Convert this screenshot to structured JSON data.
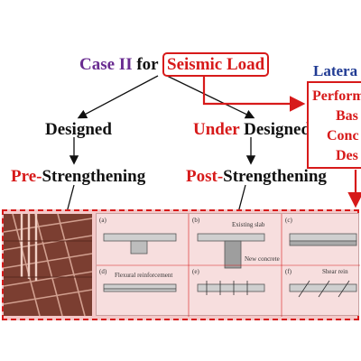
{
  "title": {
    "case": "Case II",
    "for": "for",
    "load": "Seismic Load"
  },
  "left_branch": {
    "designed": "Designed",
    "pre": "Pre-",
    "strengthening": "Strengthening"
  },
  "right_branch": {
    "under": "Under",
    "designed": "Designed",
    "post": "Post-",
    "strengthening": "Strengthening"
  },
  "side_panel": {
    "heading": "Latera",
    "lines": [
      "Perform",
      "Bas",
      "Conc",
      "Des"
    ]
  },
  "panel_tags": {
    "a": "(a)",
    "b": "(b)",
    "c": "(c)",
    "d": "(d)",
    "e": "(e)",
    "f": "(f)"
  },
  "panel_notes": {
    "existing_slab": "Existing slab",
    "new_concrete": "New concrete",
    "flexural": "Flexural reinforcement",
    "shear": "Shear rein"
  },
  "colors": {
    "accent_red": "#d71a1a",
    "case_purple": "#6a2c91",
    "lateral_blue": "#1f3a93",
    "band_fill": "#f4c8c8"
  }
}
